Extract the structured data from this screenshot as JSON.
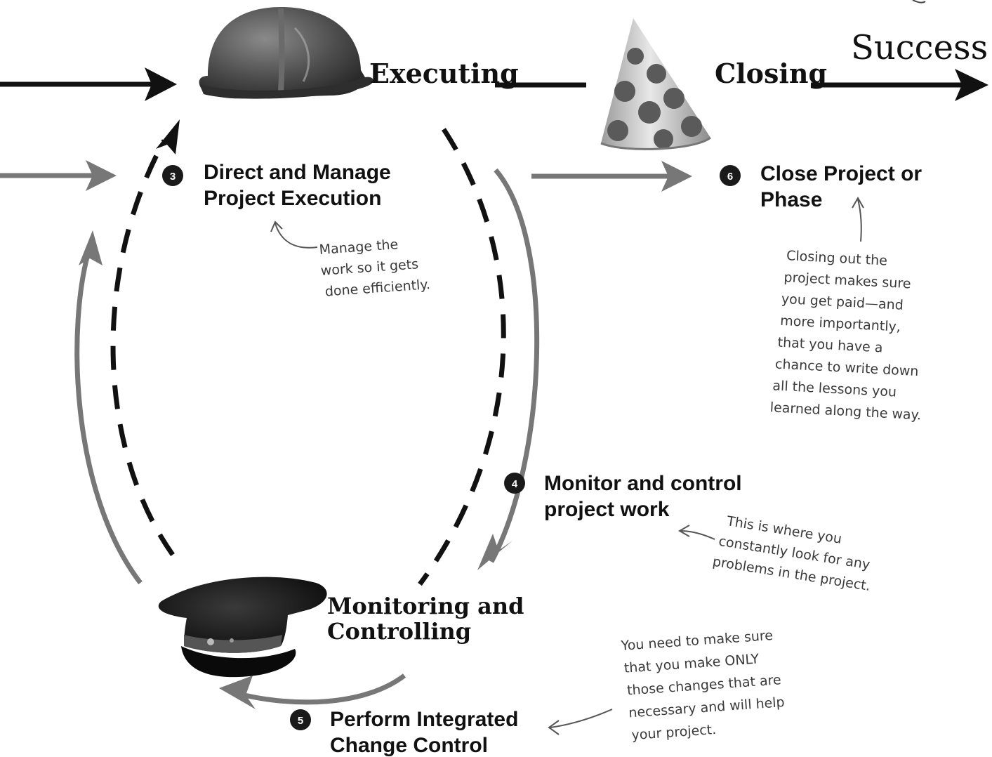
{
  "phases": {
    "executing": "Executing",
    "closing": "Closing",
    "monitoring_line1": "Monitoring and",
    "monitoring_line2": "Controlling"
  },
  "success_label": "Success!",
  "processes": [
    {
      "number": "3",
      "line1": "Direct and Manage",
      "line2": "Project Execution"
    },
    {
      "number": "4",
      "line1": "Monitor and control",
      "line2": "project work"
    },
    {
      "number": "5",
      "line1": "Perform Integrated",
      "line2": "Change Control"
    },
    {
      "number": "6",
      "line1": "Close Project or",
      "line2": "Phase"
    }
  ],
  "notes": {
    "manage": [
      "Manage the",
      "work so it gets",
      "done efficiently."
    ],
    "closing": [
      "Closing out the",
      "project makes sure",
      "you get paid—and",
      "more importantly,",
      "that you have a",
      "chance to write down",
      "all the lessons you",
      "learned along the way."
    ],
    "monitor": [
      "This is where you",
      "constantly look for any",
      "problems in the project."
    ],
    "change": [
      "You need to make sure",
      "that you make ONLY",
      "those changes that are",
      "necessary and will help",
      "your project."
    ]
  },
  "icons": {
    "executing": "hard-hat-icon",
    "closing": "party-hat-icon",
    "monitoring": "officer-cap-icon"
  },
  "colors": {
    "black_arrow": "#111111",
    "gray_arrow": "#777777",
    "badge": "#1a1a1a"
  }
}
